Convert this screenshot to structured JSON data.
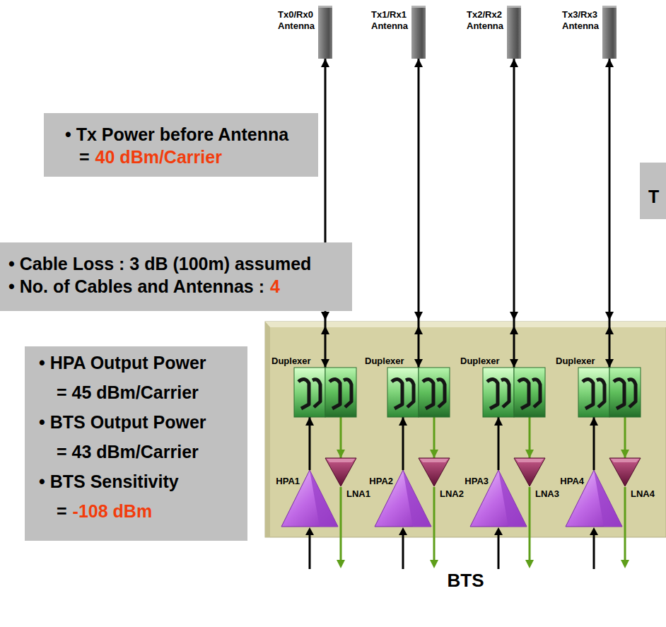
{
  "diagram": {
    "nodes": [
      {
        "text": [
          "Tx0/Rx0 Antenna"
        ]
      },
      {
        "text": [
          "Tx1/Rx1 Antenna"
        ]
      },
      {
        "text": [
          "Tx2/Rx2 Antenna"
        ]
      },
      {
        "text": [
          "Tx3/Rx3 Antenna"
        ]
      },
      {
        "text": [
          "• Tx Power before Antenna",
          "=",
          "40 dBm/Carrier"
        ]
      },
      {
        "text": [
          "T"
        ]
      },
      {
        "text": [
          "• Cable Loss : 3 dB (100m) assumed",
          "• No. of Cables and Antennas :",
          "4"
        ]
      },
      {
        "text": [
          "• HPA Output Power",
          "= 45 dBm/Carrier",
          "• BTS Output Power",
          "= 43 dBm/Carrier",
          "• BTS Sensitivity",
          "=",
          "-108 dBm"
        ]
      },
      {
        "text": [
          "BTS"
        ]
      },
      {
        "text": [
          "Duplexer"
        ],
        "in": 8
      },
      {
        "text": [
          "Duplexer"
        ],
        "in": 8
      },
      {
        "text": [
          "Duplexer"
        ],
        "in": 8
      },
      {
        "text": [
          "Duplexer"
        ],
        "in": 8
      },
      {
        "text": [
          "HPA1"
        ],
        "in": 8
      },
      {
        "text": [
          "LNA1"
        ],
        "in": 8
      },
      {
        "text": [
          "HPA2"
        ],
        "in": 8
      },
      {
        "text": [
          "LNA2"
        ],
        "in": 8
      },
      {
        "text": [
          "HPA3"
        ],
        "in": 8
      },
      {
        "text": [
          "LNA3"
        ],
        "in": 8
      },
      {
        "text": [
          "HPA4"
        ],
        "in": 8
      },
      {
        "text": [
          "LNA4"
        ],
        "in": 8
      }
    ],
    "edges": [
      {
        "from": 0,
        "to": 9,
        "arrow": "both"
      },
      {
        "from": 1,
        "to": 10,
        "arrow": "both"
      },
      {
        "from": 2,
        "to": 11,
        "arrow": "both"
      },
      {
        "from": 3,
        "to": 12,
        "arrow": "both"
      },
      {
        "from": 13,
        "to": 9,
        "arrow": "to"
      },
      {
        "from": 9,
        "to": 14,
        "arrow": "to"
      },
      {
        "from": 15,
        "to": 10,
        "arrow": "to"
      },
      {
        "from": 10,
        "to": 16,
        "arrow": "to"
      },
      {
        "from": 17,
        "to": 11,
        "arrow": "to"
      },
      {
        "from": 11,
        "to": 18,
        "arrow": "to"
      },
      {
        "from": 19,
        "to": 12,
        "arrow": "to"
      },
      {
        "from": 12,
        "to": 20,
        "arrow": "to"
      }
    ]
  }
}
